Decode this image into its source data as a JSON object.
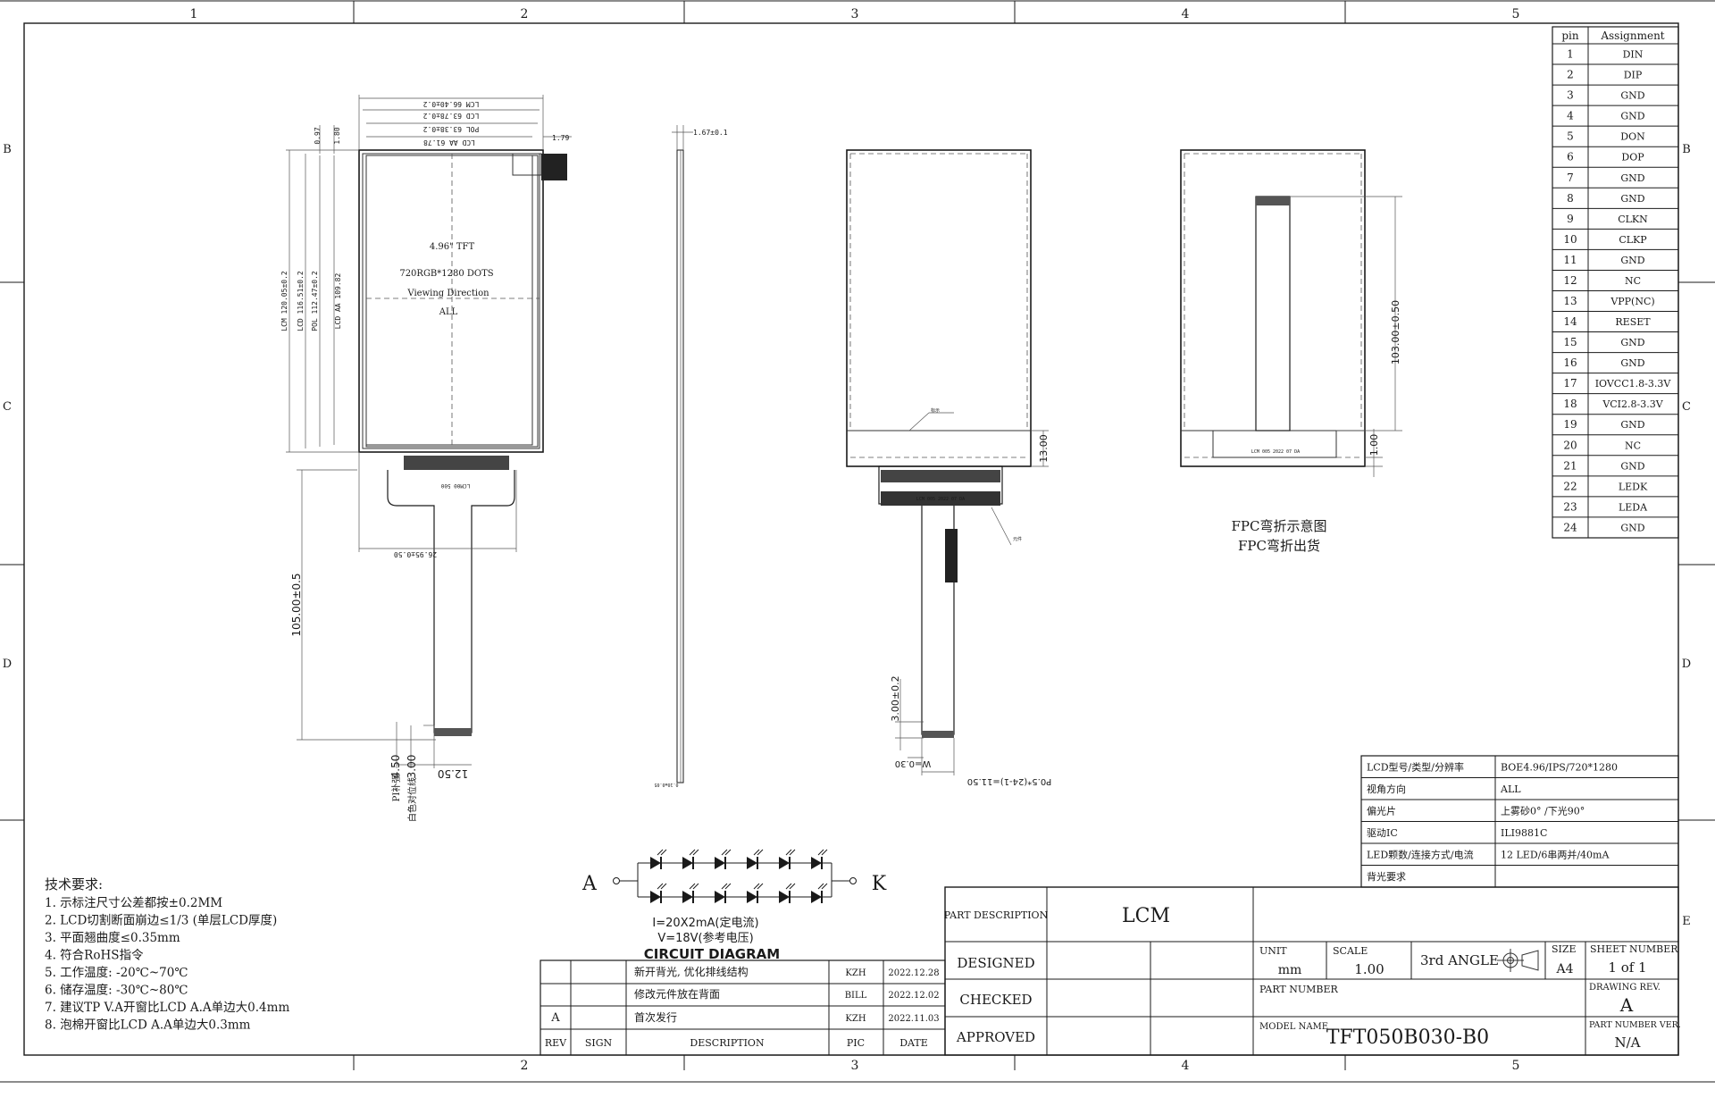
{
  "frame": {
    "col_labels": [
      "1",
      "2",
      "3",
      "4",
      "5"
    ],
    "col_labels_bottom": [
      "2",
      "3",
      "4",
      "5"
    ],
    "row_labels": [
      "B",
      "C",
      "D",
      "E"
    ]
  },
  "front_view": {
    "dims_top": [
      "LCM 66.40±0.2",
      "LCD 63.78±0.2",
      "POL 63.38±0.2",
      "LCD AA 61.78"
    ],
    "dim_side_top": "1.79",
    "dims_left_small": [
      "0.97",
      "1.80"
    ],
    "dims_left": [
      "LCM 120.05±0.2",
      "LCD 116.51±0.2",
      "POL 112.47±0.2",
      "LCD AA 109.82"
    ],
    "panel_text": [
      "4.96\" TFT",
      "720RGB*1280 DOTS",
      "Viewing Direction",
      "ALL"
    ],
    "dim_fpc_width": "26.95±0.50",
    "dim_fpc_length": "105.00±0.5",
    "dim_bottom": [
      "4.50",
      "3.00",
      "12.50"
    ],
    "bottom_note_1": "PI补强",
    "bottom_note_2": "白色对位线"
  },
  "side_view": {
    "dim_thickness": "1.67±0.1"
  },
  "back_view": {
    "dim_13": "13.00",
    "dim_3": "3.00±0.2",
    "dim_w": "W=0.30",
    "dim_pitch": "P0.5*(24-1)=11.50"
  },
  "fpc_bent_view": {
    "dim_103": "103.00±0.50",
    "dim_1": "1.00",
    "caption_1": "FPC弯折示意图",
    "caption_2": "FPC弯折出货"
  },
  "pin_table": {
    "headers": [
      "pin",
      "Assignment"
    ],
    "rows": [
      [
        "1",
        "DIN"
      ],
      [
        "2",
        "DIP"
      ],
      [
        "3",
        "GND"
      ],
      [
        "4",
        "GND"
      ],
      [
        "5",
        "DON"
      ],
      [
        "6",
        "DOP"
      ],
      [
        "7",
        "GND"
      ],
      [
        "8",
        "GND"
      ],
      [
        "9",
        "CLKN"
      ],
      [
        "10",
        "CLKP"
      ],
      [
        "11",
        "GND"
      ],
      [
        "12",
        "NC"
      ],
      [
        "13",
        "VPP(NC)"
      ],
      [
        "14",
        "RESET"
      ],
      [
        "15",
        "GND"
      ],
      [
        "16",
        "GND"
      ],
      [
        "17",
        "IOVCC1.8-3.3V"
      ],
      [
        "18",
        "VCI2.8-3.3V"
      ],
      [
        "19",
        "GND"
      ],
      [
        "20",
        "NC"
      ],
      [
        "21",
        "GND"
      ],
      [
        "22",
        "LEDK"
      ],
      [
        "23",
        "LEDA"
      ],
      [
        "24",
        "GND"
      ]
    ]
  },
  "spec_table": {
    "rows": [
      [
        "LCD型号/类型/分辨率",
        "BOE4.96/IPS/720*1280"
      ],
      [
        "视角方向",
        "ALL"
      ],
      [
        "偏光片",
        "上雾砂0° /下光90°"
      ],
      [
        "驱动IC",
        "ILI9881C"
      ],
      [
        "LED颗数/连接方式/电流",
        "12 LED/6串两并/40mA"
      ],
      [
        "背光要求",
        ""
      ]
    ]
  },
  "circuit": {
    "label_a": "A",
    "label_k": "K",
    "note_current": "I=20X2mA(定电流)",
    "note_voltage": "V=18V(参考电压)",
    "title": "CIRCUIT  DIAGRAM"
  },
  "notes": {
    "title": "技术要求:",
    "items": [
      "1. 示标注尺寸公差都按±0.2MM",
      "2. LCD切割断面崩边≤1/3 (单层LCD厚度)",
      "3. 平面翘曲度≤0.35mm",
      "4. 符合RoHS指令",
      "5. 工作温度: -20℃~70℃",
      "6. 储存温度: -30℃~80℃",
      "7. 建议TP V.A开窗比LCD A.A单边大0.4mm",
      "8. 泡棉开窗比LCD A.A单边大0.3mm"
    ]
  },
  "revision_table": {
    "rows": [
      {
        "rev": "",
        "sign": "",
        "desc": "新开背光, 优化排线结构",
        "pic": "KZH",
        "date": "2022.12.28"
      },
      {
        "rev": "",
        "sign": "",
        "desc": "修改元件放在背面",
        "pic": "BILL",
        "date": "2022.12.02"
      },
      {
        "rev": "A",
        "sign": "",
        "desc": "首次发行",
        "pic": "KZH",
        "date": "2022.11.03"
      }
    ],
    "headers": {
      "rev": "REV",
      "sign": "SIGN",
      "desc": "DESCRIPTION",
      "pic": "PIC",
      "date": "DATE"
    }
  },
  "title_block": {
    "part_description_label": "PART DESCRIPTION",
    "part_description": "LCM",
    "designed": "DESIGNED",
    "checked": "CHECKED",
    "approved": "APPROVED",
    "unit_label": "UNIT",
    "unit": "mm",
    "scale_label": "SCALE",
    "scale": "1.00",
    "projection": "3rd ANGLE",
    "size_label": "SIZE",
    "size": "A4",
    "sheet_label": "SHEET NUMBER",
    "sheet": "1 of 1",
    "part_number_label": "PART NUMBER",
    "drawing_rev_label": "DRAWING REV.",
    "drawing_rev": "A",
    "model_name_label": "MODEL NAME",
    "model_name": "TFT050B030-B0",
    "part_number_ver_label": "PART NUMBER VER.",
    "part_number_ver": "N/A"
  }
}
